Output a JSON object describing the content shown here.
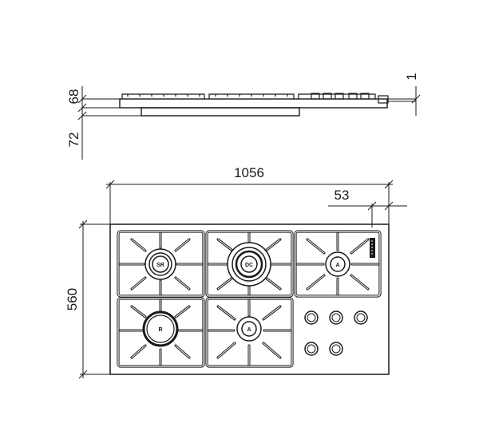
{
  "dimensions": {
    "overall_width": "1056",
    "knob_offset": "53",
    "depth": "560",
    "glass_thickness": "68",
    "built_in_depth": "72",
    "top_gap": "1"
  },
  "burners": {
    "sr": "SR",
    "dc": "DC",
    "a_right": "A",
    "r": "R",
    "a_center": "A"
  },
  "colors": {
    "line": "#1a1a1a",
    "background": "#ffffff"
  }
}
